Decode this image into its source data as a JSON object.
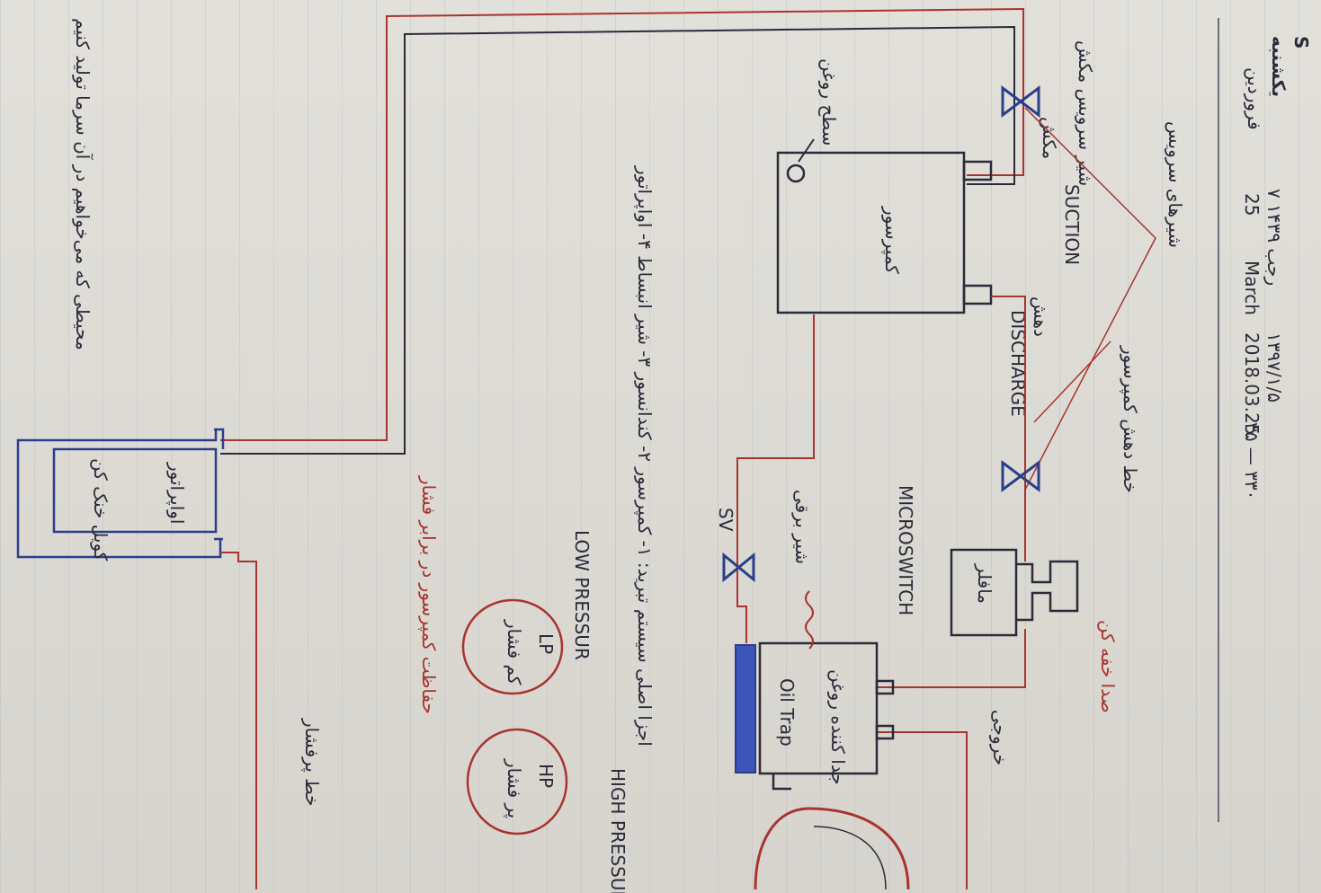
{
  "header": {
    "weekday": "یکشنبه",
    "month_fa": "فروردین",
    "day_year": "۱۳۹۷/۱/۵",
    "hijri": "۷ رجب ۱۴۳۹",
    "date_num": "25",
    "month_en": "March",
    "date_en": "2018.03.25",
    "page_code": "۳۵ — ۳۳۰",
    "logo": "S"
  },
  "labels": {
    "suction": "SUCTION",
    "suction_fa": "مکش",
    "discharge": "DISCHARGE",
    "discharge_fa": "دهش",
    "compressor": "کمپرسور",
    "oil_level": "سطح روغن",
    "suction_valve": "شیر سرویس مکش",
    "service_valves_note": "شیرهای سرویس",
    "discharge_line_note": "خط دهش کمپرسور",
    "muffler": "مافلر",
    "muffler_note": "صدا خفه کن",
    "oil_separator": "جدا کننده روغن",
    "oil_trap": "Oil Trap",
    "outlet": "خروجی",
    "microswitch": "MICROSWITCH",
    "solenoid_note": "شیر برقی",
    "sv": "SV",
    "lp_label": "LP",
    "lp_fa": "کم فشار",
    "hp_label": "HP",
    "hp_fa": "پر فشار",
    "low_pressure": "LOW PRESSUR",
    "high_pressure": "HIGH PRESSUR",
    "pressure_note": "حفاظت کمپرسور در برابر فشار",
    "main_parts": "اجزا اصلی سیستم تبرید: ۱- کمپرسور ۲- کندانسور ۳- شیر انبساط ۴- اواپراتور",
    "evaporator": "اواپراتور",
    "evaporator_fa": "کویل خنک کن",
    "evaporator_note": "محیطی که می‌خواهیم در آن سرما تولید کنیم",
    "high_pressure_line": "خط پرفشار"
  },
  "colors": {
    "pencil": "#2a2a3a",
    "red_pen": "#a8332f",
    "blue_pen": "#2a3f8a"
  }
}
